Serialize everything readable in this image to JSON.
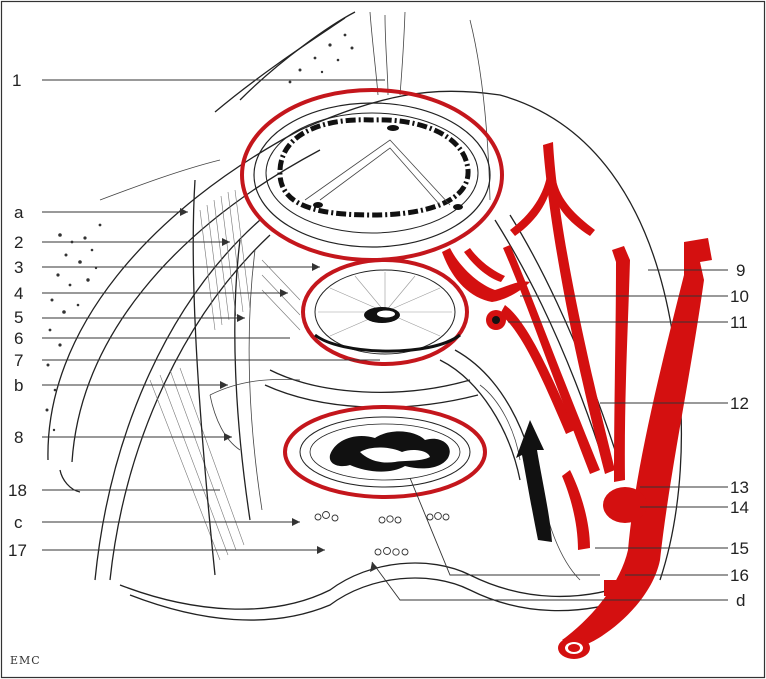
{
  "figure": {
    "colors": {
      "artery": "#d41010",
      "ring": "#c4161c",
      "ink": "#222222",
      "background": "#ffffff"
    },
    "logo_text": "EMC",
    "labels": {
      "left": [
        "1",
        "a",
        "2",
        "3",
        "4",
        "5",
        "6",
        "7",
        "b",
        "8",
        "18",
        "c",
        "17"
      ],
      "right": [
        "9",
        "10",
        "11",
        "12",
        "13",
        "14",
        "15",
        "16",
        "d"
      ]
    }
  }
}
